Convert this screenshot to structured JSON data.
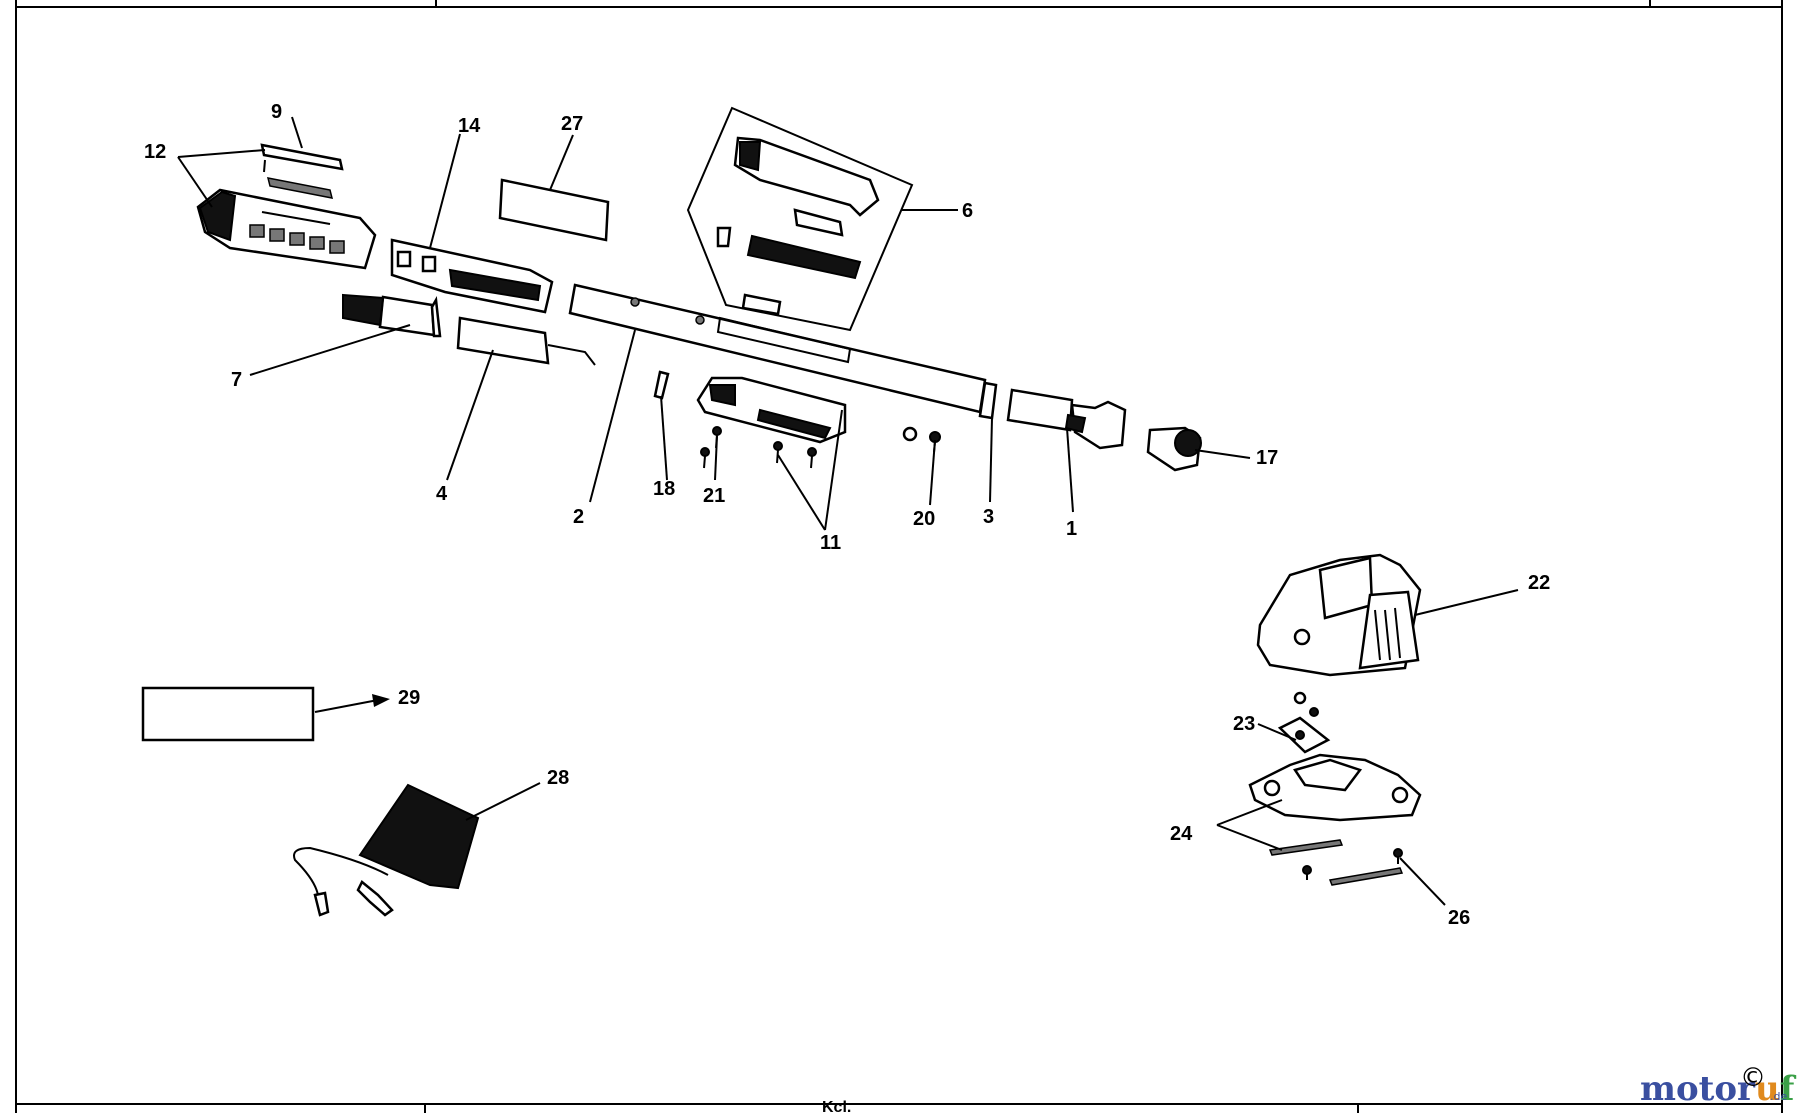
{
  "diagram": {
    "callouts": [
      {
        "id": "c1",
        "text": "1"
      },
      {
        "id": "c2",
        "text": "2"
      },
      {
        "id": "c3",
        "text": "3"
      },
      {
        "id": "c4",
        "text": "4"
      },
      {
        "id": "c6",
        "text": "6"
      },
      {
        "id": "c7",
        "text": "7"
      },
      {
        "id": "c9",
        "text": "9"
      },
      {
        "id": "c11",
        "text": "11"
      },
      {
        "id": "c12",
        "text": "12"
      },
      {
        "id": "c14",
        "text": "14"
      },
      {
        "id": "c17",
        "text": "17"
      },
      {
        "id": "c18",
        "text": "18"
      },
      {
        "id": "c20",
        "text": "20"
      },
      {
        "id": "c21",
        "text": "21"
      },
      {
        "id": "c22",
        "text": "22"
      },
      {
        "id": "c23",
        "text": "23"
      },
      {
        "id": "c24",
        "text": "24"
      },
      {
        "id": "c26",
        "text": "26"
      },
      {
        "id": "c27",
        "text": "27"
      },
      {
        "id": "c28",
        "text": "28"
      },
      {
        "id": "c29",
        "text": "29"
      }
    ]
  },
  "watermark": {
    "brand_main": "motor",
    "brand_accent": "u",
    "brand_tail": "f",
    "brand_colors": [
      "#3a4fa0",
      "#e08a1e",
      "#3aa047",
      "#c0392b"
    ],
    "suffix": ".de",
    "emblem_glyph": "©"
  },
  "footer": {
    "center_text": "Kcl."
  }
}
